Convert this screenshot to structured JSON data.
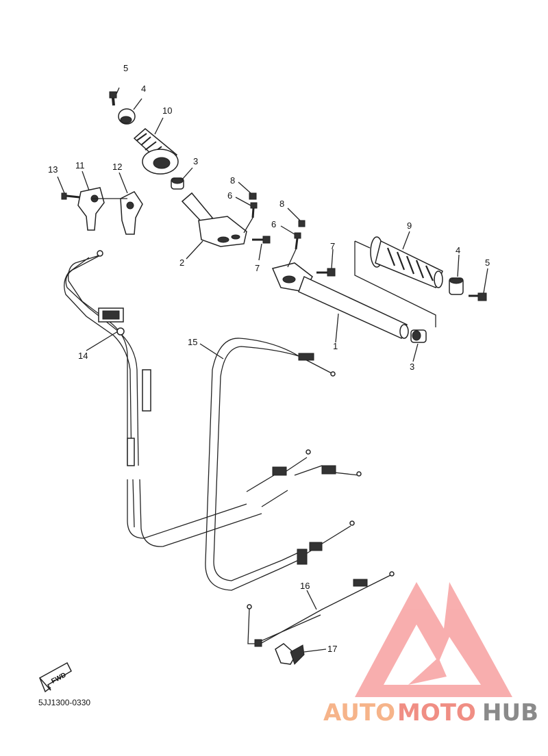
{
  "callouts": [
    {
      "id": "c5a",
      "text": "5"
    },
    {
      "id": "c4a",
      "text": "4"
    },
    {
      "id": "c10",
      "text": "10"
    },
    {
      "id": "c3a",
      "text": "3"
    },
    {
      "id": "c13",
      "text": "13"
    },
    {
      "id": "c11",
      "text": "11"
    },
    {
      "id": "c12",
      "text": "12"
    },
    {
      "id": "c8a",
      "text": "8"
    },
    {
      "id": "c6a",
      "text": "6"
    },
    {
      "id": "c2",
      "text": "2"
    },
    {
      "id": "c7a",
      "text": "7"
    },
    {
      "id": "c8b",
      "text": "8"
    },
    {
      "id": "c6b",
      "text": "6"
    },
    {
      "id": "c7b",
      "text": "7"
    },
    {
      "id": "c9",
      "text": "9"
    },
    {
      "id": "c4b",
      "text": "4"
    },
    {
      "id": "c5b",
      "text": "5"
    },
    {
      "id": "c1",
      "text": "1"
    },
    {
      "id": "c3b",
      "text": "3"
    },
    {
      "id": "c14",
      "text": "14"
    },
    {
      "id": "c15",
      "text": "15"
    },
    {
      "id": "c16",
      "text": "16"
    },
    {
      "id": "c17",
      "text": "17"
    }
  ],
  "fwd_label": "FWD",
  "diagram_code": "5JJ1300-0330",
  "watermark": {
    "part1": "AUTO",
    "part2": "MOTO",
    "part3": "HUB"
  },
  "colors": {
    "watermark_logo": "#f7a1a1",
    "watermark_orange": "#f6b48a",
    "watermark_red": "#f08e84",
    "watermark_gray": "#8a8a8a"
  }
}
